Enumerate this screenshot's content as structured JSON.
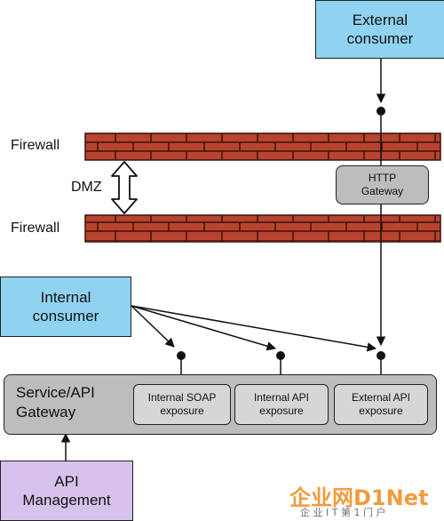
{
  "nodes": {
    "external_consumer": "External\nconsumer",
    "firewall_top": "Firewall",
    "firewall_bottom": "Firewall",
    "dmz": "DMZ",
    "http_gateway": "HTTP\nGateway",
    "internal_consumer": "Internal\nconsumer",
    "service_api_gateway": "Service/API\nGateway",
    "internal_soap": "Internal SOAP\nexposure",
    "internal_api": "Internal API\nexposure",
    "external_api": "External API\nexposure",
    "api_management": "API\nManagement"
  },
  "watermark": {
    "brand": "企业网D1Net",
    "tagline": "企 业 I T 第 1 门 户"
  },
  "colors": {
    "consumer_fill": "#8fd3f0",
    "gateway_fill": "#bdbdbd",
    "management_fill": "#d6c2ec",
    "firewall_brick": "#b8432e",
    "watermark_orange": "#f08a1c",
    "watermark_blue": "#1e6fb8"
  }
}
